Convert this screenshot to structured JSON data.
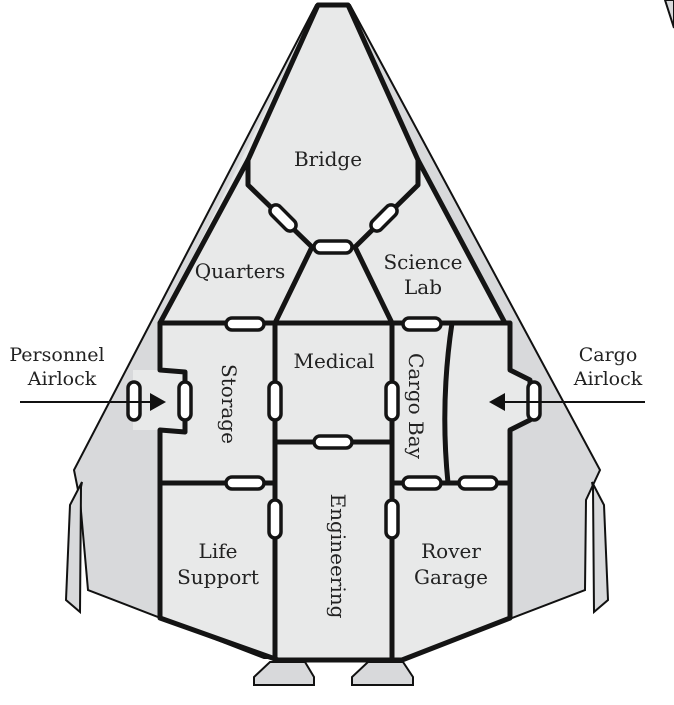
{
  "diagram": {
    "title": "Spacecraft Deck Plan",
    "rooms": [
      {
        "id": "bridge",
        "label": "Bridge"
      },
      {
        "id": "quarters",
        "label": "Quarters"
      },
      {
        "id": "science-lab",
        "label_line1": "Science",
        "label_line2": "Lab"
      },
      {
        "id": "medical",
        "label": "Medical"
      },
      {
        "id": "storage",
        "label": "Storage"
      },
      {
        "id": "cargo-bay",
        "label": "Cargo Bay"
      },
      {
        "id": "life-support",
        "label_line1": "Life",
        "label_line2": "Support"
      },
      {
        "id": "engineering",
        "label": "Engineering"
      },
      {
        "id": "rover-garage",
        "label_line1": "Rover",
        "label_line2": "Garage"
      }
    ],
    "callouts": {
      "personnel_airlock": {
        "line1": "Personnel",
        "line2": "Airlock"
      },
      "cargo_airlock": {
        "line1": "Cargo",
        "line2": "Airlock"
      }
    },
    "colors": {
      "room_fill": "#e8e9e9",
      "hull_fill": "#d8d9db",
      "wall": "#141414",
      "door": "#ffffff"
    }
  }
}
